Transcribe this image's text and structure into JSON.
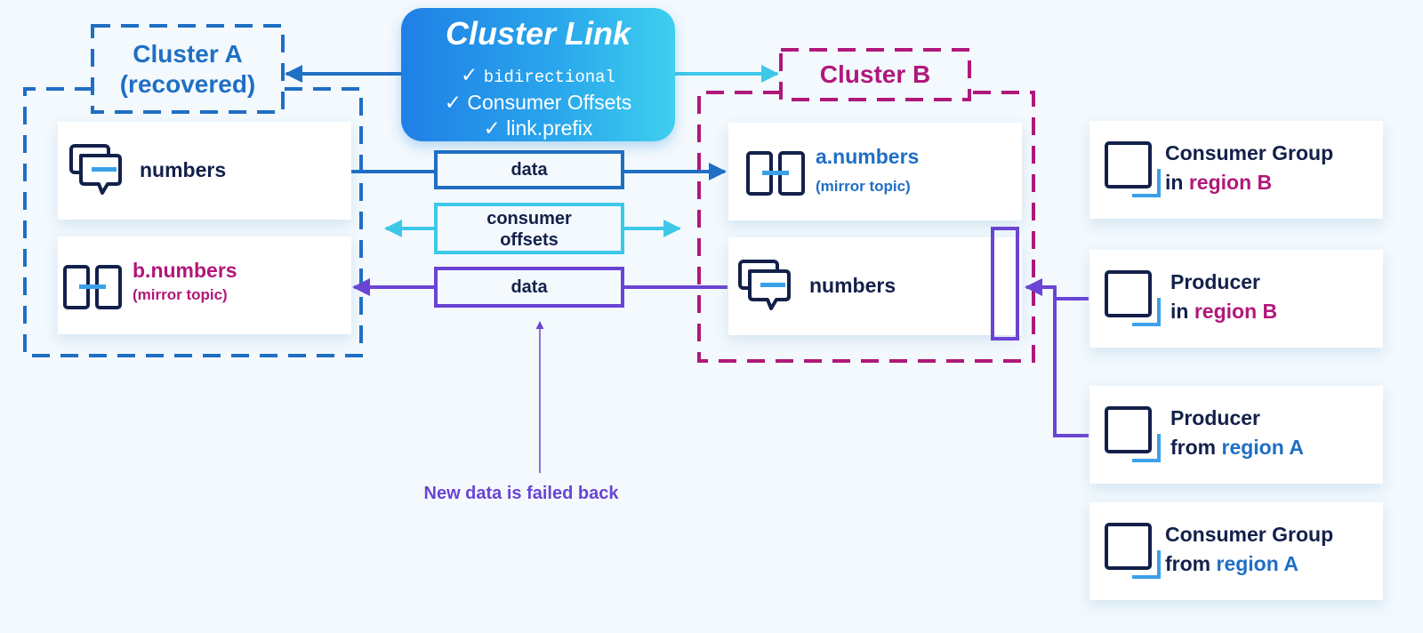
{
  "cluster_link": {
    "title": "Cluster Link",
    "features": [
      {
        "check": "✓",
        "text": "bidirectional"
      },
      {
        "check": "✓",
        "text": "Consumer Offsets"
      },
      {
        "check": "✓",
        "text": "link.prefix"
      }
    ]
  },
  "cluster_a": {
    "title_line1": "Cluster A",
    "title_line2": "(recovered)",
    "topics": [
      {
        "name": "numbers",
        "icon": "chat-bubbles-icon"
      },
      {
        "name": "b.numbers",
        "subtitle": "(mirror topic)",
        "icon": "mirror-topic-icon"
      }
    ]
  },
  "cluster_b": {
    "title": "Cluster B",
    "topics": [
      {
        "name": "a.numbers",
        "subtitle": "(mirror topic)",
        "icon": "mirror-topic-icon"
      },
      {
        "name": "numbers",
        "icon": "chat-bubbles-icon"
      }
    ]
  },
  "flows": {
    "data_top": "data",
    "offsets_line1": "consumer",
    "offsets_line2": "offsets",
    "data_bottom": "data"
  },
  "annotation": "New data is failed back",
  "clients": [
    {
      "line1": "Consumer Group",
      "line2_prefix": "in ",
      "region": "region B",
      "region_color": "#b0187a"
    },
    {
      "line1": "Producer",
      "line2_prefix": "in ",
      "region": "region B",
      "region_color": "#b0187a"
    },
    {
      "line1": "Producer",
      "line2_prefix": "from ",
      "region": "region A",
      "region_color": "#1f6fc4"
    },
    {
      "line1": "Consumer Group",
      "line2_prefix": "from ",
      "region": "region A",
      "region_color": "#1f6fc4"
    }
  ],
  "colors": {
    "cluster_a": "#1f6fc4",
    "cluster_b": "#b0187a",
    "offsets": "#3ec8e8",
    "failback": "#6a44d4",
    "navy": "#13204a"
  }
}
